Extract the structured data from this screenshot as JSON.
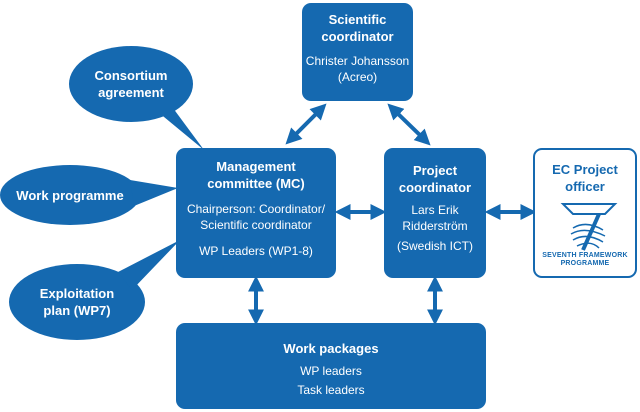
{
  "scientific_coordinator": {
    "title_1": "Scientific",
    "title_2": "coordinator",
    "name": "Christer Johansson",
    "org": "(Acreo)"
  },
  "management_committee": {
    "title_1": "Management",
    "title_2": "committee (MC)",
    "chair_1": "Chairperson: Coordinator/",
    "chair_2": "Scientific coordinator",
    "wp_leaders": "WP Leaders (WP1-8)"
  },
  "project_coordinator": {
    "title_1": "Project",
    "title_2": "coordinator",
    "name_1": "Lars Erik",
    "name_2": "Ridderström",
    "org": "(Swedish ICT)"
  },
  "ec_officer": {
    "title_1": "EC Project",
    "title_2": "officer",
    "logo_line_1": "SEVENTH FRAMEWORK",
    "logo_line_2": "PROGRAMME"
  },
  "work_packages": {
    "title": "Work packages",
    "line_1": "WP leaders",
    "line_2": "Task leaders"
  },
  "consortium_agreement": {
    "line_1": "Consortium",
    "line_2": "agreement"
  },
  "work_programme": {
    "line_1": "Work programme"
  },
  "exploitation_plan": {
    "line_1": "Exploitation",
    "line_2": "plan (WP7)"
  },
  "colors": {
    "primary": "#1569b0",
    "background": "#ffffff"
  }
}
